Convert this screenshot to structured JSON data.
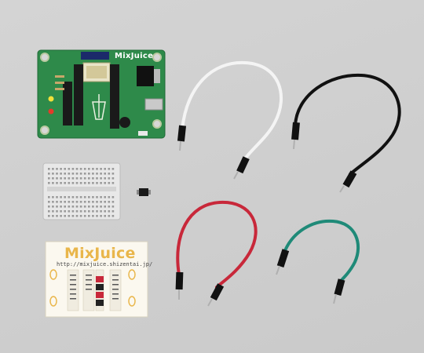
{
  "photo": {
    "board": {
      "logo_text": "MixJuice"
    },
    "sticker": {
      "title": "MixJuice",
      "url": "http://mixjuice.shizentai.jp/"
    },
    "colors": {
      "background": "#cfcfcf",
      "pcb": "#2e8a4a",
      "breadboard": "#e8e8e8",
      "wire_white": "#f4f4f4",
      "wire_black": "#111111",
      "wire_red": "#c8283a",
      "wire_green": "#1f8a78",
      "sticker_accent": "#e9b64a"
    }
  }
}
